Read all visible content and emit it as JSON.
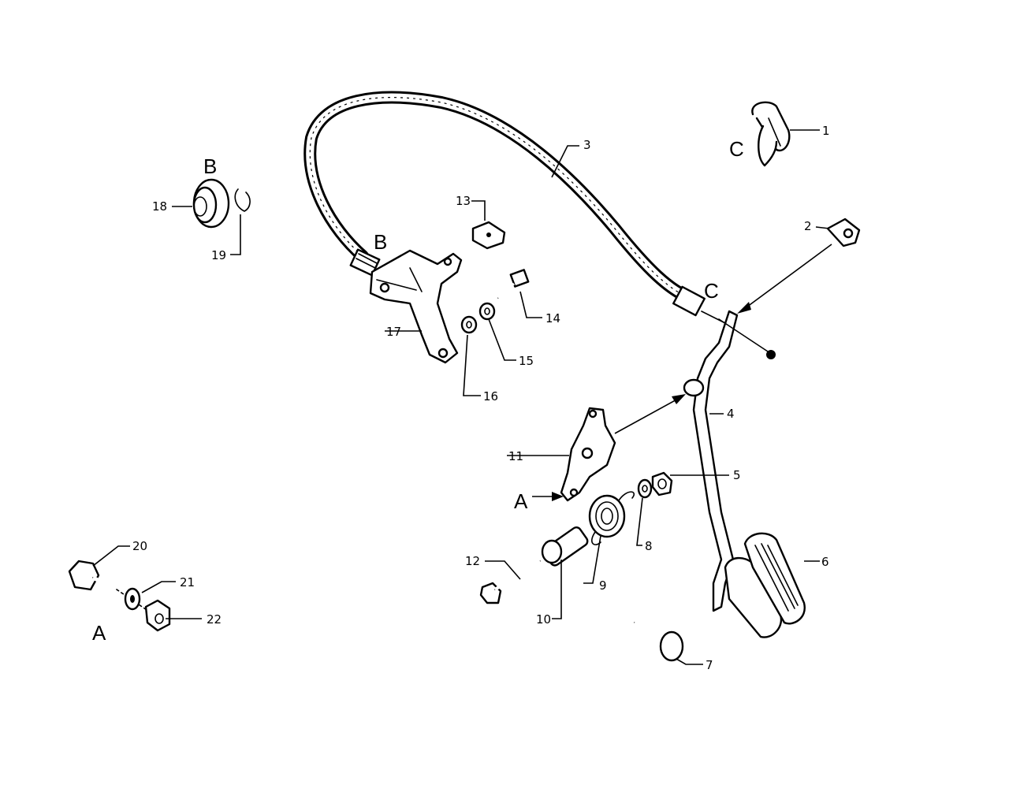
{
  "callouts": [
    "1",
    "2",
    "3",
    "4",
    "5",
    "6",
    "7",
    "8",
    "9",
    "10",
    "11",
    "12",
    "13",
    "14",
    "15",
    "16",
    "17",
    "18",
    "19",
    "20",
    "21",
    "22"
  ],
  "reference_letters": {
    "a_bracket": "A",
    "a_hardware": "A",
    "b_cable_end": "B",
    "b_grommet": "B",
    "c_pedal_end": "C",
    "c_clip": "C"
  },
  "colors": {
    "ink": "#000000",
    "paper": "#ffffff"
  }
}
